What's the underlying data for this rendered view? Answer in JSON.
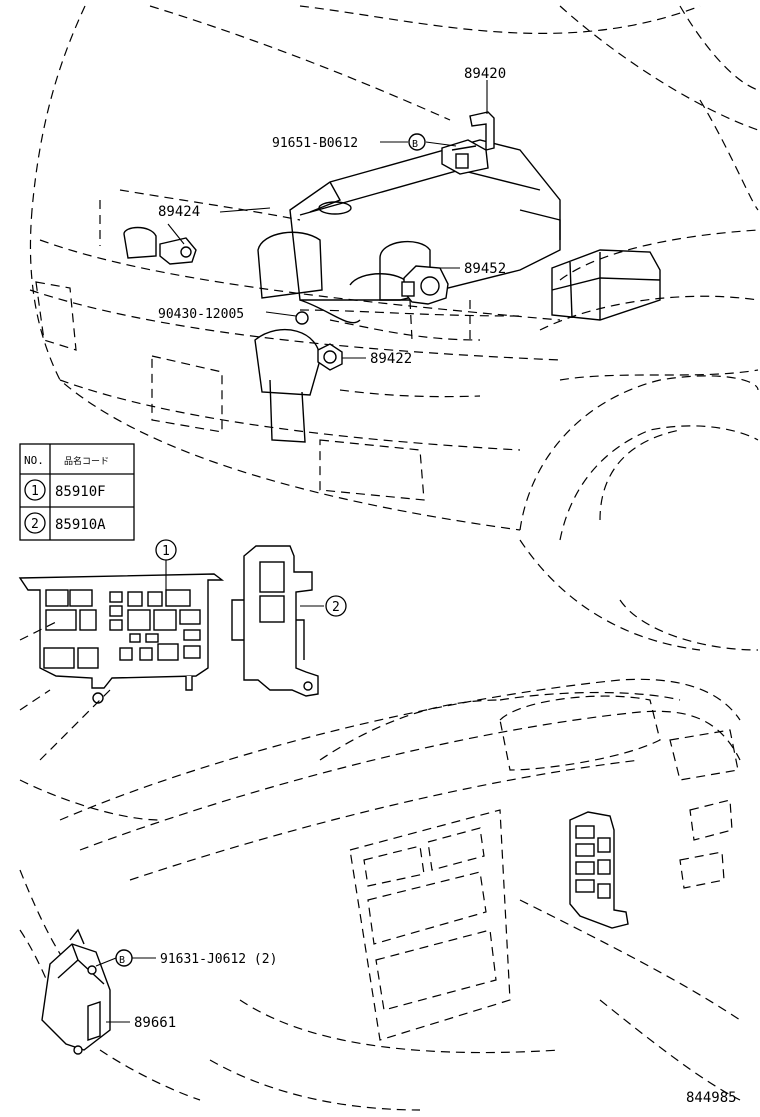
{
  "parts": {
    "p89420": "89420",
    "p91651": "91651-B0612",
    "p89424": "89424",
    "p89452": "89452",
    "p90430": "90430-12005",
    "p89422": "89422",
    "p91631": "91631-J0612 (2)",
    "p89661": "89661"
  },
  "bolt_marker": "B",
  "table": {
    "header_no": "NO.",
    "header_code": "品名コード",
    "rows": [
      {
        "no": "1",
        "code": "85910F"
      },
      {
        "no": "2",
        "code": "85910A"
      }
    ]
  },
  "callouts": {
    "c1": "1",
    "c2": "2"
  },
  "figure_number": "844985"
}
